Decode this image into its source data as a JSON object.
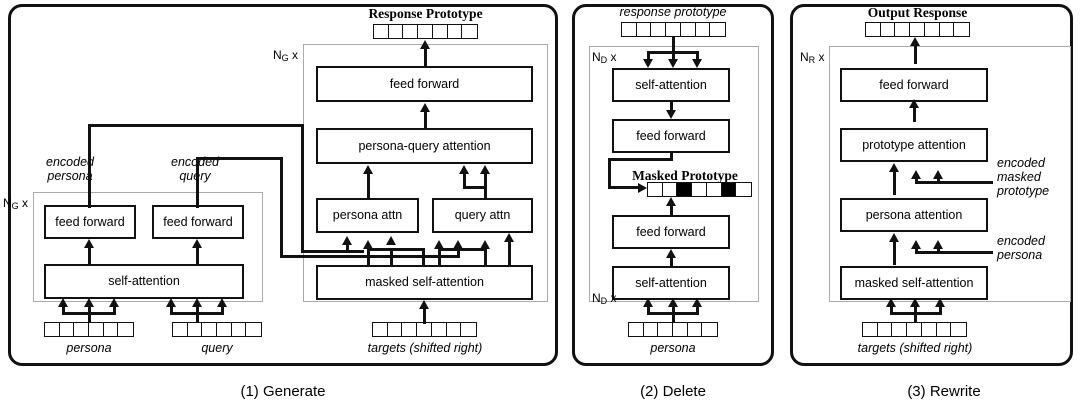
{
  "figure": {
    "title": "Three-stage persona-based response generation architecture",
    "panels": [
      {
        "id": "generate",
        "caption": "(1) Generate",
        "top_label": "Response Prototype",
        "repeat_labels": [
          "N_G x",
          "N_G x"
        ],
        "modules": [
          "feed forward",
          "persona-query attention",
          "persona attn",
          "query attn",
          "masked self-attention",
          "feed forward",
          "feed forward",
          "self-attention"
        ],
        "side_labels": [
          "encoded persona",
          "encoded query"
        ],
        "input_labels": [
          "persona",
          "query",
          "targets (shifted right)"
        ],
        "token_rows": [
          {
            "name": "response-prototype",
            "cells": 7,
            "filled": []
          },
          {
            "name": "persona",
            "cells": 6,
            "filled": []
          },
          {
            "name": "query",
            "cells": 6,
            "filled": []
          },
          {
            "name": "targets",
            "cells": 7,
            "filled": []
          }
        ]
      },
      {
        "id": "delete",
        "caption": "(2) Delete",
        "top_label": "response prototype",
        "repeat_labels": [
          "N_D x",
          "N_D x"
        ],
        "modules": [
          "self-attention",
          "feed forward",
          "feed forward",
          "self-attention"
        ],
        "mid_label": "Masked Prototype",
        "input_labels": [
          "persona"
        ],
        "token_rows": [
          {
            "name": "response-prototype",
            "cells": 7,
            "filled": []
          },
          {
            "name": "masked-prototype",
            "cells": 7,
            "filled": [
              2,
              5
            ]
          },
          {
            "name": "persona",
            "cells": 6,
            "filled": []
          }
        ]
      },
      {
        "id": "rewrite",
        "caption": "(3) Rewrite",
        "top_label": "Output Response",
        "repeat_labels": [
          "N_R x"
        ],
        "modules": [
          "feed forward",
          "prototype attention",
          "persona attention",
          "masked self-attention"
        ],
        "side_labels": [
          "encoded masked prototype",
          "encoded persona"
        ],
        "input_labels": [
          "targets (shifted right)"
        ],
        "token_rows": [
          {
            "name": "output-response",
            "cells": 7,
            "filled": []
          },
          {
            "name": "targets",
            "cells": 7,
            "filled": []
          }
        ]
      }
    ]
  },
  "p1": {
    "caption": "(1) Generate",
    "top_title": "Response Prototype",
    "ng_top": "N",
    "ng_top_sub": "G",
    "ng_top_x": " x",
    "ng_bot": "N",
    "ng_bot_sub": "G",
    "ng_bot_x": " x",
    "m_feed_forward_dec": "feed forward",
    "m_persona_query_attention": "persona-query attention",
    "m_persona_attn": "persona attn",
    "m_query_attn": "query attn",
    "m_masked_self_attention": "masked self-attention",
    "m_feed_forward_persona": "feed forward",
    "m_feed_forward_query": "feed forward",
    "m_self_attention": "self-attention",
    "lbl_encoded_persona_1": "encoded",
    "lbl_encoded_persona_2": "persona",
    "lbl_encoded_query_1": "encoded",
    "lbl_encoded_query_2": "query",
    "in_persona": "persona",
    "in_query": "query",
    "in_targets": "targets (shifted right)"
  },
  "p2": {
    "caption": "(2) Delete",
    "top_title": "response prototype",
    "nd_top": "N",
    "nd_top_sub": "D",
    "nd_top_x": " x",
    "nd_bot": "N",
    "nd_bot_sub": "D",
    "nd_bot_x": " x",
    "m_self_attention_top": "self-attention",
    "m_feed_forward_top": "feed forward",
    "masked_prototype_title": "Masked Prototype",
    "m_feed_forward_bot": "feed forward",
    "m_self_attention_bot": "self-attention",
    "in_persona": "persona"
  },
  "p3": {
    "caption": "(3) Rewrite",
    "top_title": "Output Response",
    "nr": "N",
    "nr_sub": "R",
    "nr_x": " x",
    "m_feed_forward": "feed forward",
    "m_prototype_attention": "prototype attention",
    "m_persona_attention": "persona attention",
    "m_masked_self_attention": "masked self-attention",
    "lbl_enc_masked_proto_1": "encoded",
    "lbl_enc_masked_proto_2": "masked",
    "lbl_enc_masked_proto_3": "prototype",
    "lbl_enc_persona_1": "encoded",
    "lbl_enc_persona_2": "persona",
    "in_targets": "targets (shifted right)"
  },
  "colors": {
    "stroke": "#111111",
    "repeat_box": "#aaaaaa",
    "background": "#ffffff",
    "token_fill": "#000000"
  }
}
